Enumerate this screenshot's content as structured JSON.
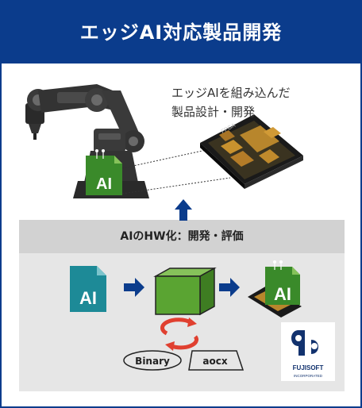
{
  "header": {
    "title": "エッジAI対応製品開発"
  },
  "caption": {
    "line1": "エッジAIを組み込んだ",
    "line2": "製品設計・開発"
  },
  "robot": {
    "ai_label": "AI"
  },
  "chip": {
    "marking": "FPGA"
  },
  "section": {
    "title": "AIのHW化：開発・評価"
  },
  "flow": {
    "source_label": "AI",
    "result_label": "AI"
  },
  "formats": {
    "binary": "Binary",
    "aocx": "aocx"
  },
  "logo": {
    "name": "FUJISOFT",
    "sub": "INCORPORATED"
  },
  "colors": {
    "header_bg": "#0b3c8c",
    "arrow": "#0b3c8c",
    "ai_green": "#3a8a2a",
    "ai_teal": "#1d8a97",
    "cube_green": "#5aa432",
    "cycle_red": "#e04030"
  }
}
